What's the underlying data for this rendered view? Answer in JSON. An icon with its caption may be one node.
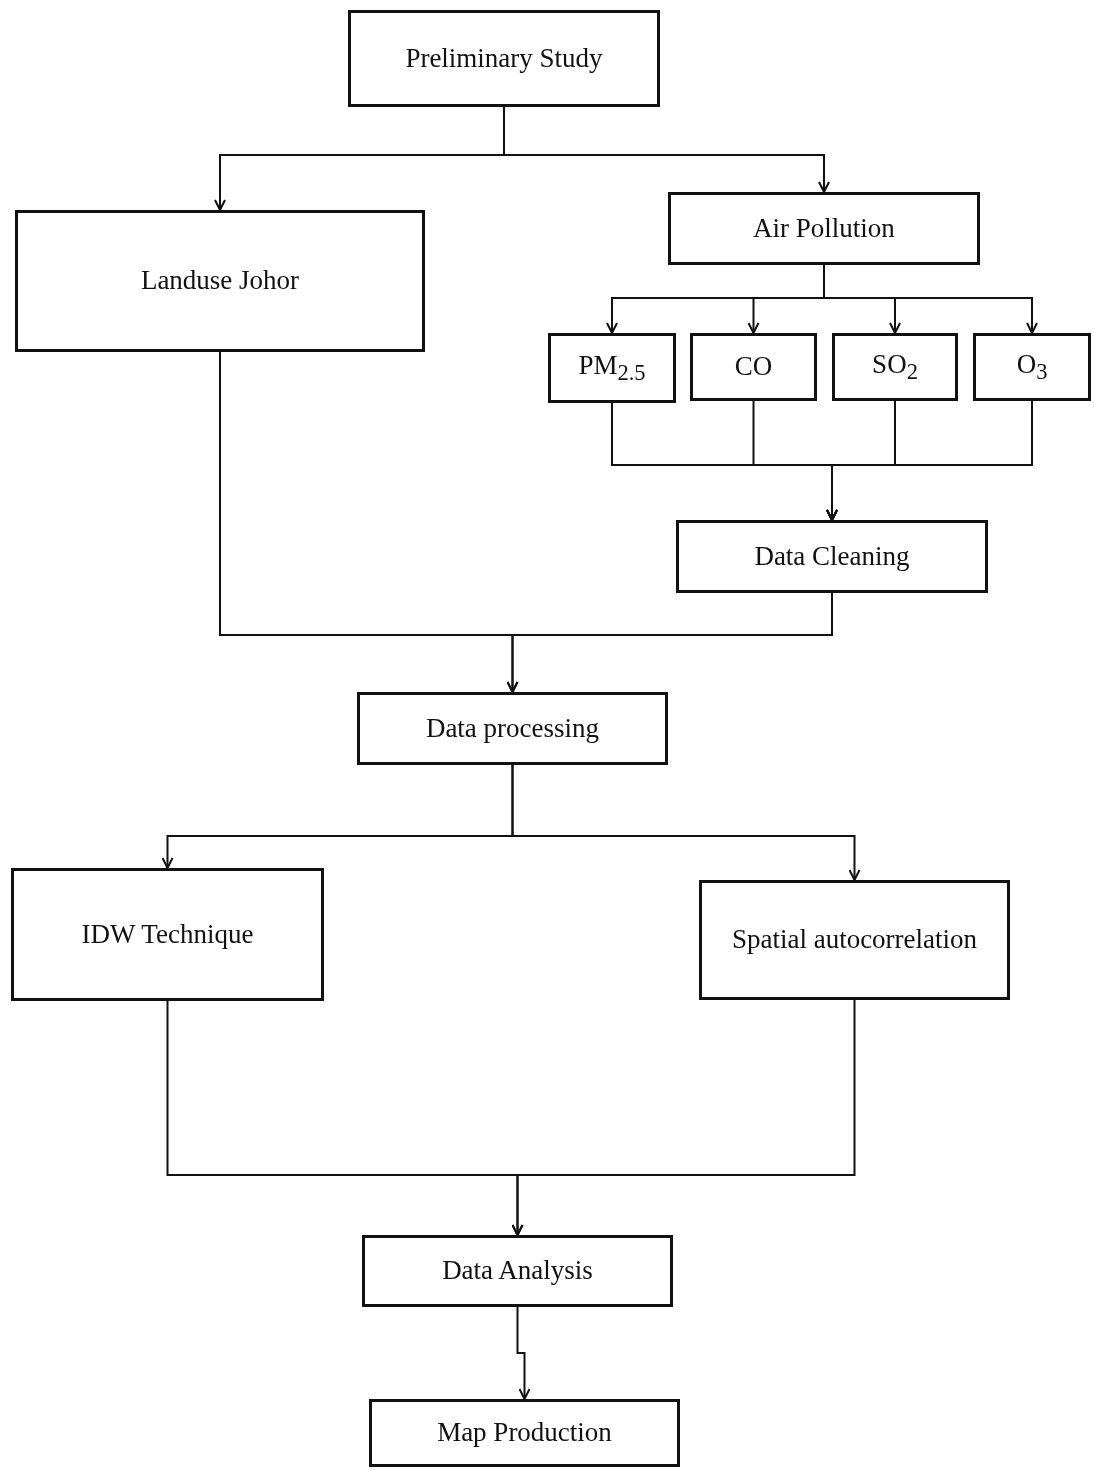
{
  "diagram": {
    "nodes": [
      {
        "text": [
          "Preliminary Study"
        ]
      },
      {
        "text": [
          "Landuse Johor"
        ]
      },
      {
        "text": [
          "Air Pollution"
        ]
      },
      {
        "text": [
          "PM$_{2.5}$"
        ]
      },
      {
        "text": [
          "CO"
        ]
      },
      {
        "text": [
          "SO$_{2}$"
        ]
      },
      {
        "text": [
          "O$_{3}$"
        ]
      },
      {
        "text": [
          "Data Cleaning"
        ]
      },
      {
        "text": [
          "Data processing"
        ]
      },
      {
        "text": [
          "IDW Technique"
        ]
      },
      {
        "text": [
          "Spatial autocorrelation"
        ]
      },
      {
        "text": [
          "Data Analysis"
        ]
      },
      {
        "text": [
          "Map Production"
        ]
      }
    ],
    "edges": [
      {
        "from": 0,
        "to": 1,
        "arrow": "to"
      },
      {
        "from": 0,
        "to": 2,
        "arrow": "to"
      },
      {
        "from": 2,
        "to": 3,
        "arrow": "to"
      },
      {
        "from": 2,
        "to": 4,
        "arrow": "to"
      },
      {
        "from": 2,
        "to": 5,
        "arrow": "to"
      },
      {
        "from": 2,
        "to": 6,
        "arrow": "to"
      },
      {
        "from": 3,
        "to": 7,
        "arrow": "to"
      },
      {
        "from": 4,
        "to": 7,
        "arrow": "to"
      },
      {
        "from": 5,
        "to": 7,
        "arrow": "to"
      },
      {
        "from": 6,
        "to": 7,
        "arrow": "to"
      },
      {
        "from": 1,
        "to": 8,
        "arrow": "to"
      },
      {
        "from": 7,
        "to": 8,
        "arrow": "to"
      },
      {
        "from": 8,
        "to": 9,
        "arrow": "to"
      },
      {
        "from": 8,
        "to": 10,
        "arrow": "to"
      },
      {
        "from": 9,
        "to": 11,
        "arrow": "to"
      },
      {
        "from": 10,
        "to": 11,
        "arrow": "to"
      },
      {
        "from": 11,
        "to": 12,
        "arrow": "to"
      }
    ]
  }
}
